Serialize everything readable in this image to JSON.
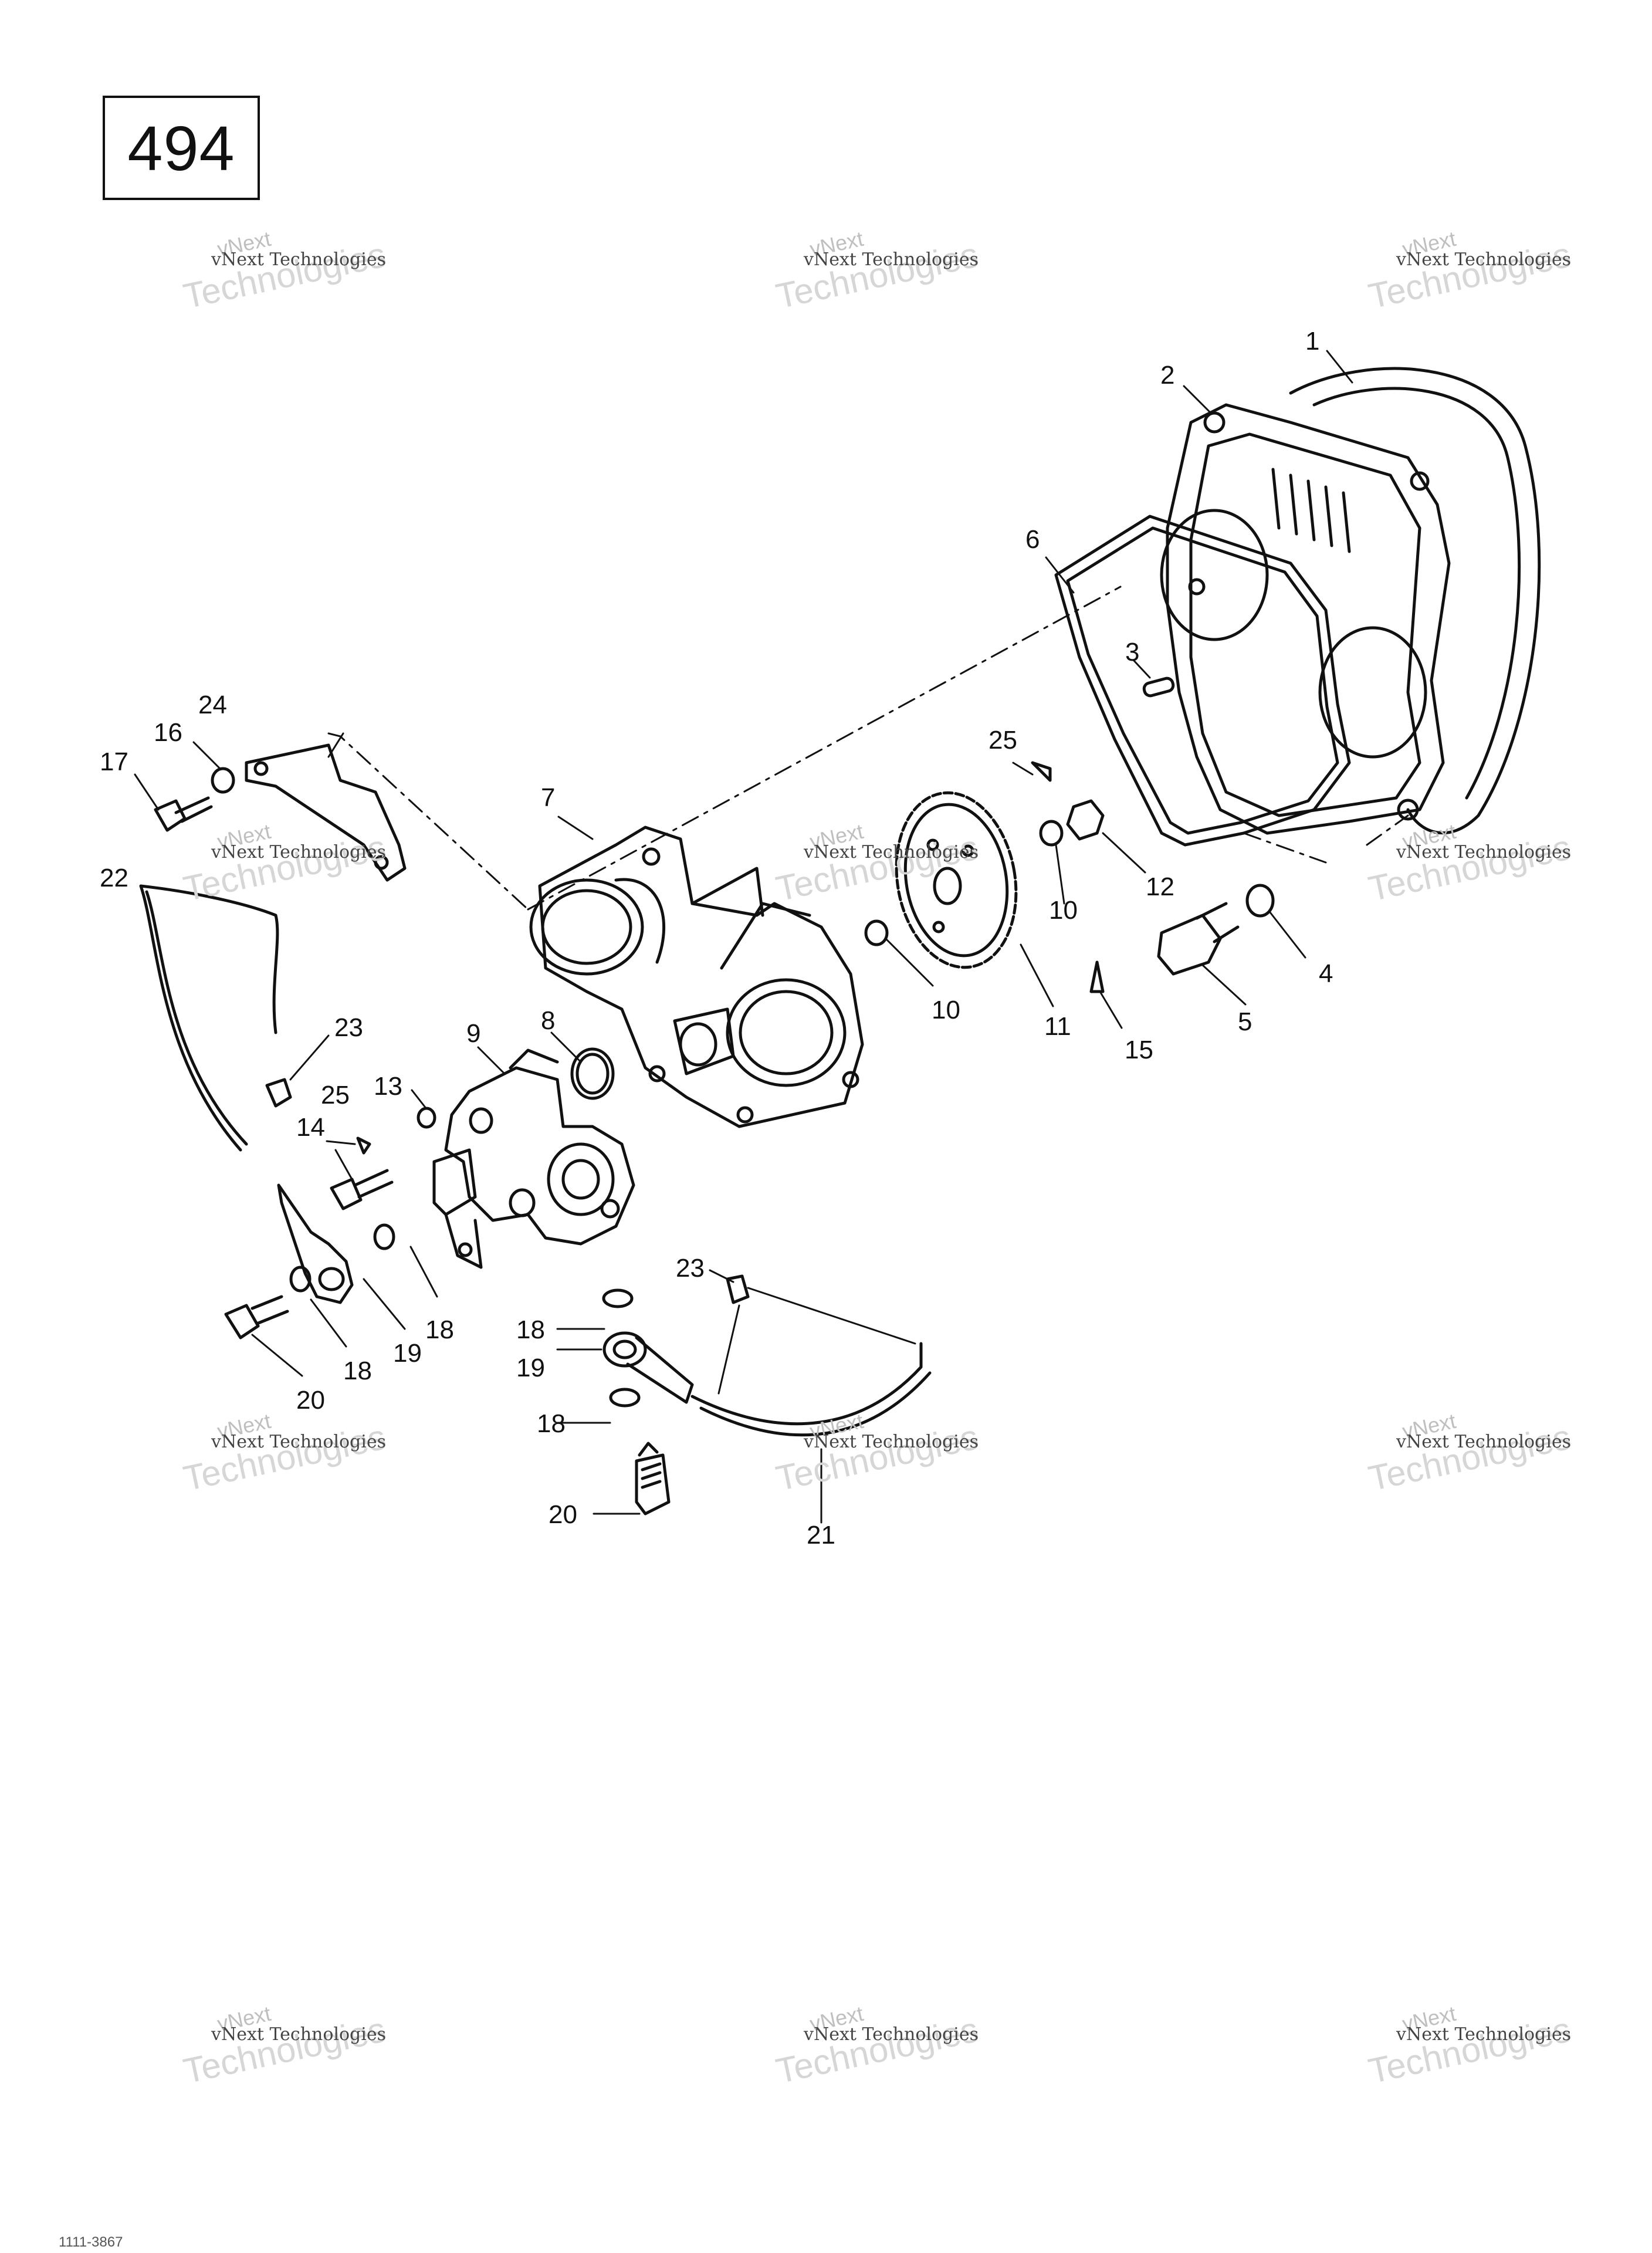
{
  "page_number": "494",
  "watermark": {
    "line1": "vNext",
    "line2": "Technologies",
    "caption": "vNext Technologies"
  },
  "callouts": {
    "c1": "1",
    "c2": "2",
    "c3": "3",
    "c4": "4",
    "c5": "5",
    "c6": "6",
    "c7": "7",
    "c8": "8",
    "c9": "9",
    "c10a": "10",
    "c10b": "10",
    "c11": "11",
    "c12": "12",
    "c13": "13",
    "c14": "14",
    "c15": "15",
    "c16": "16",
    "c17": "17",
    "c18a": "18",
    "c18b": "18",
    "c18c": "18",
    "c18d": "18",
    "c19a": "19",
    "c19b": "19",
    "c20a": "20",
    "c20b": "20",
    "c21": "21",
    "c22": "22",
    "c23a": "23",
    "c23b": "23",
    "c24": "24",
    "c25a": "25",
    "c25b": "25"
  },
  "footer": {
    "code": "1111-3867"
  },
  "colors": {
    "ink": "#111111",
    "watermark": "#c8c8c8"
  }
}
